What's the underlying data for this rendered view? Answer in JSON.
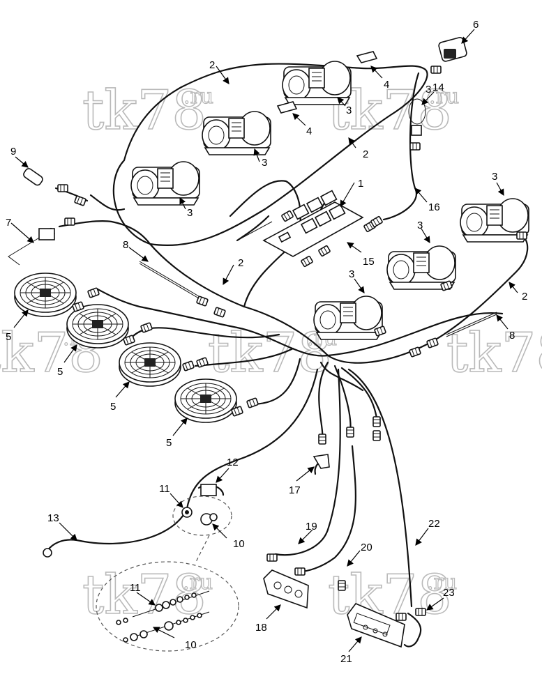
{
  "watermark": {
    "text": "tk78",
    "suffix": ".ru"
  },
  "callouts": {
    "c1": "1",
    "c2a": "2",
    "c2b": "2",
    "c2c": "2",
    "c2d": "2",
    "c3a": "3",
    "c3b": "3",
    "c3c": "3",
    "c3d": "3",
    "c3e": "3",
    "c3f": "3",
    "c3g": "3",
    "c4a": "4",
    "c4b": "4",
    "c5a": "5",
    "c5b": "5",
    "c5c": "5",
    "c5d": "5",
    "c6": "6",
    "c7": "7",
    "c8a": "8",
    "c8b": "8",
    "c9": "9",
    "c10a": "10",
    "c10b": "10",
    "c11a": "11",
    "c11b": "11",
    "c12": "12",
    "c13": "13",
    "c14": "14",
    "c15": "15",
    "c16": "16",
    "c17": "17",
    "c18": "18",
    "c19": "19",
    "c20": "20",
    "c21": "21",
    "c22": "22",
    "c23": "23"
  }
}
